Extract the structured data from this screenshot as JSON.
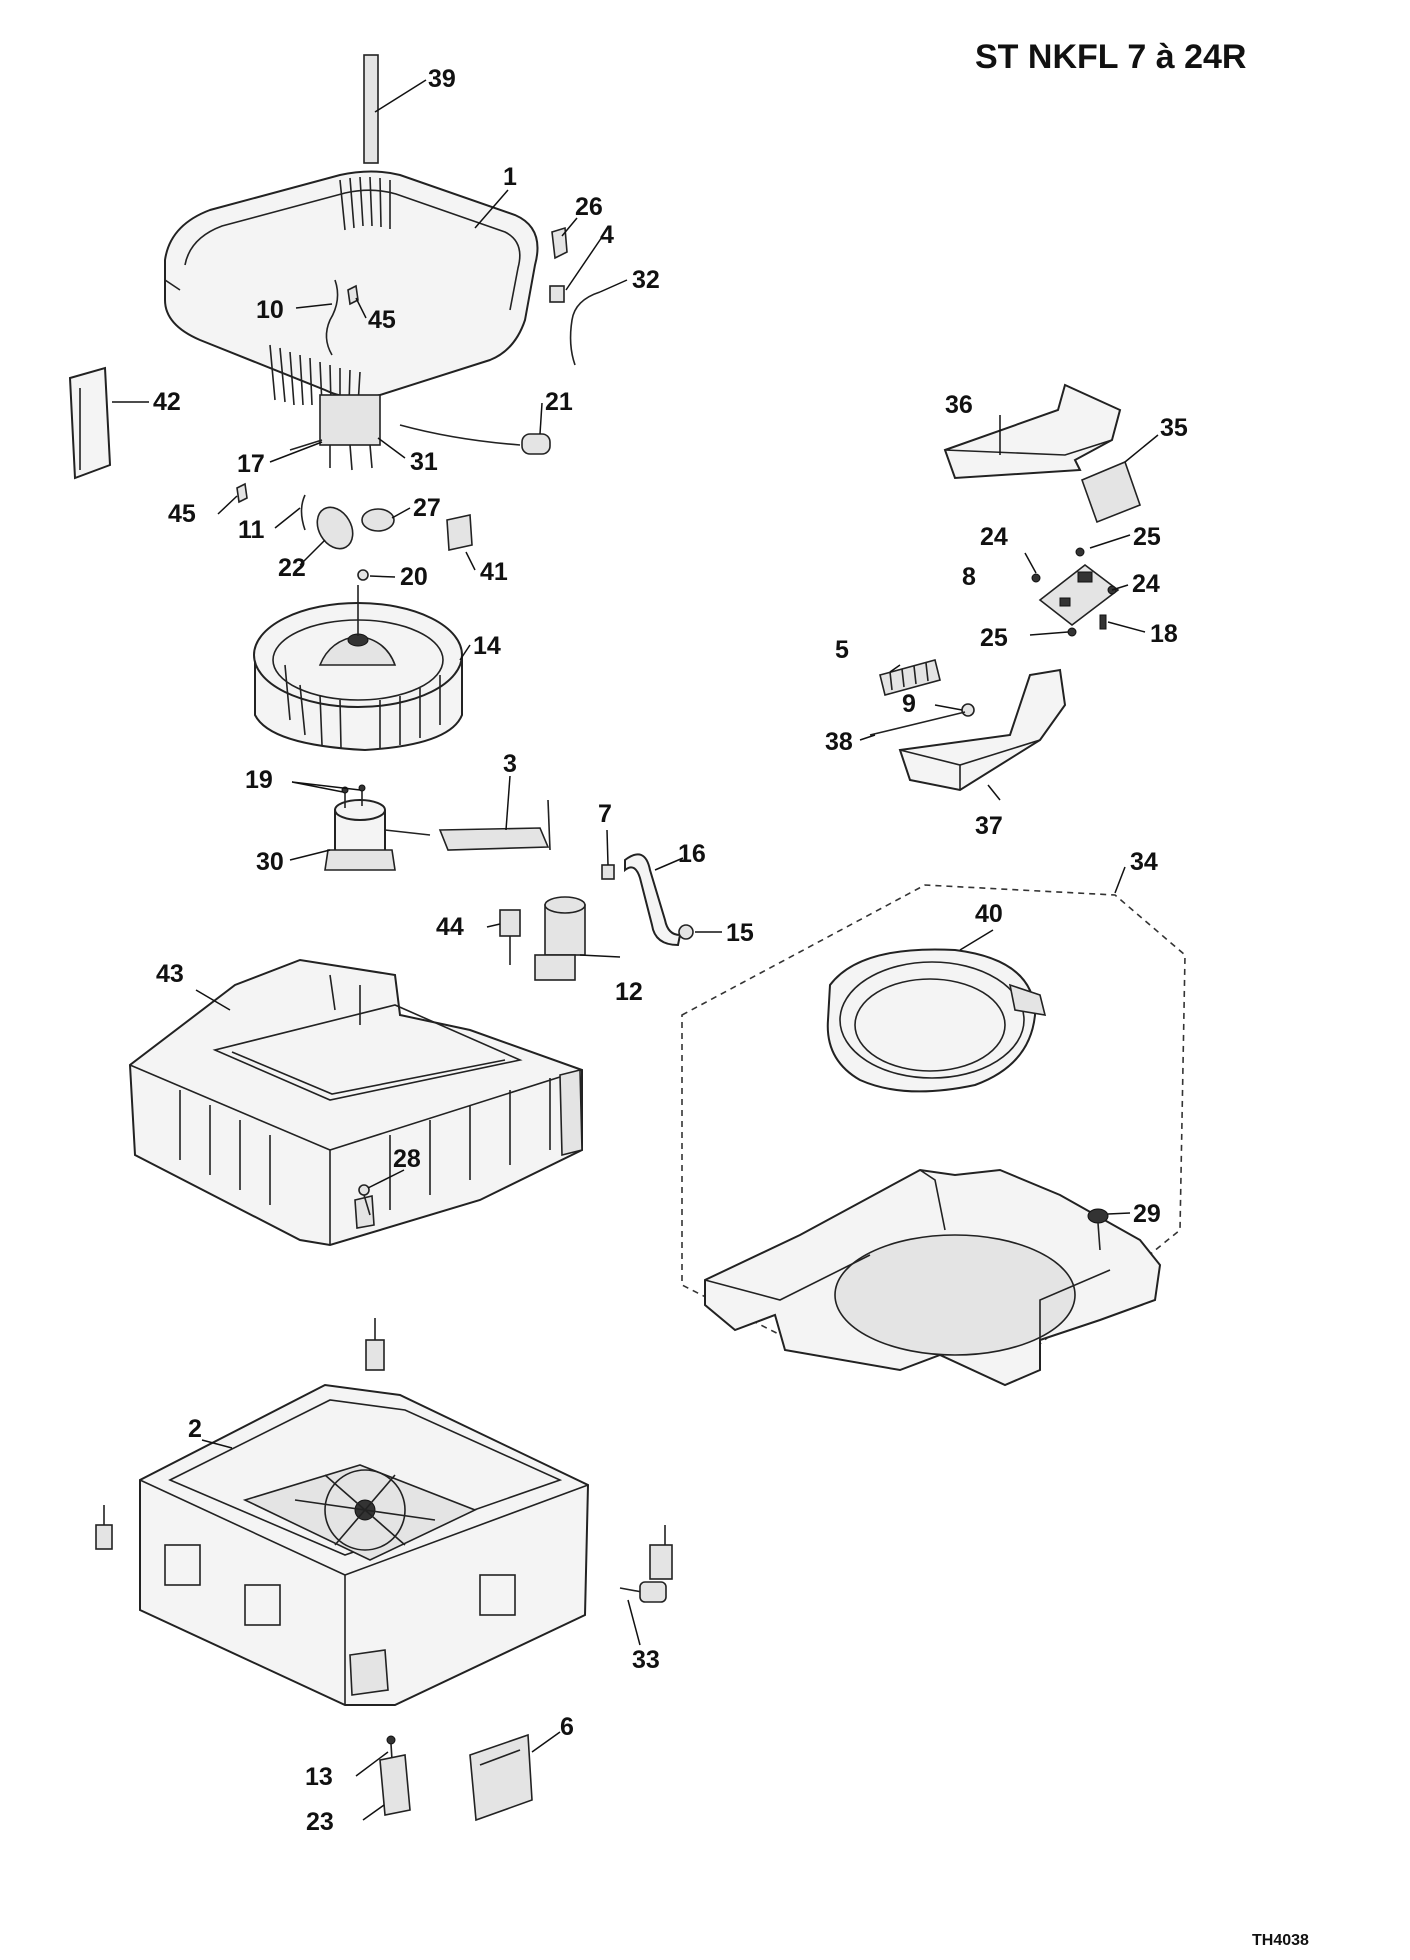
{
  "title": "ST NKFL 7 à 24R",
  "drawing_code": "TH4038",
  "callouts": [
    {
      "id": "39",
      "label": "39"
    },
    {
      "id": "1",
      "label": "1"
    },
    {
      "id": "26",
      "label": "26"
    },
    {
      "id": "4",
      "label": "4"
    },
    {
      "id": "32",
      "label": "32"
    },
    {
      "id": "10",
      "label": "10"
    },
    {
      "id": "45a",
      "label": "45"
    },
    {
      "id": "42",
      "label": "42"
    },
    {
      "id": "21",
      "label": "21"
    },
    {
      "id": "17",
      "label": "17"
    },
    {
      "id": "31",
      "label": "31"
    },
    {
      "id": "45b",
      "label": "45"
    },
    {
      "id": "11",
      "label": "11"
    },
    {
      "id": "27",
      "label": "27"
    },
    {
      "id": "22",
      "label": "22"
    },
    {
      "id": "41",
      "label": "41"
    },
    {
      "id": "20",
      "label": "20"
    },
    {
      "id": "14",
      "label": "14"
    },
    {
      "id": "19",
      "label": "19"
    },
    {
      "id": "3",
      "label": "3"
    },
    {
      "id": "30",
      "label": "30"
    },
    {
      "id": "7",
      "label": "7"
    },
    {
      "id": "16",
      "label": "16"
    },
    {
      "id": "44",
      "label": "44"
    },
    {
      "id": "15",
      "label": "15"
    },
    {
      "id": "12",
      "label": "12"
    },
    {
      "id": "43",
      "label": "43"
    },
    {
      "id": "28",
      "label": "28"
    },
    {
      "id": "2",
      "label": "2"
    },
    {
      "id": "33",
      "label": "33"
    },
    {
      "id": "13",
      "label": "13"
    },
    {
      "id": "6",
      "label": "6"
    },
    {
      "id": "23",
      "label": "23"
    },
    {
      "id": "36",
      "label": "36"
    },
    {
      "id": "35",
      "label": "35"
    },
    {
      "id": "24a",
      "label": "24"
    },
    {
      "id": "25a",
      "label": "25"
    },
    {
      "id": "8",
      "label": "8"
    },
    {
      "id": "24b",
      "label": "24"
    },
    {
      "id": "25b",
      "label": "25"
    },
    {
      "id": "18",
      "label": "18"
    },
    {
      "id": "5",
      "label": "5"
    },
    {
      "id": "9",
      "label": "9"
    },
    {
      "id": "38",
      "label": "38"
    },
    {
      "id": "37",
      "label": "37"
    },
    {
      "id": "34",
      "label": "34"
    },
    {
      "id": "40",
      "label": "40"
    },
    {
      "id": "29",
      "label": "29"
    }
  ]
}
